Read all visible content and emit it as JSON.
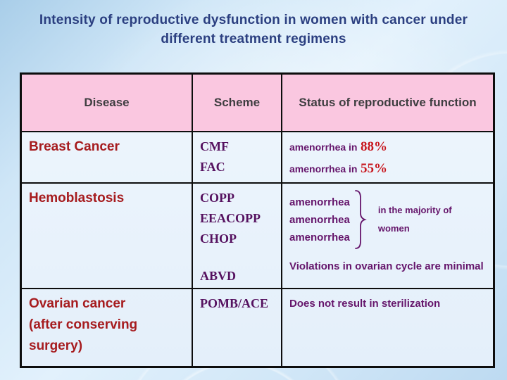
{
  "slide": {
    "title": "Intensity of reproductive dysfunction in women with cancer under different treatment regimens"
  },
  "table": {
    "headers": {
      "disease": "Disease",
      "scheme": "Scheme",
      "status": "Status of reproductive function"
    },
    "rows": {
      "breast": {
        "disease": "Breast Cancer",
        "schemes": [
          "CMF",
          "FAC"
        ],
        "status": [
          {
            "prefix": "amenorrhea in",
            "value": "88%"
          },
          {
            "prefix": "amenorrhea in",
            "value": "55%"
          }
        ]
      },
      "hemoblastosis": {
        "disease": "Hemoblastosis",
        "schemes_group1": [
          "COPP",
          "EEACOPP",
          "CHOP"
        ],
        "amenorrhea_lines": [
          "amenorrhea",
          "amenorrhea",
          "amenorrhea"
        ],
        "brace_note_line1": "in the majority of",
        "brace_note_line2": "women",
        "scheme_group2": "ABVD",
        "abvd_status": "Violations in ovarian cycle are minimal"
      },
      "ovarian": {
        "disease": "Ovarian cancer (after conserving surgery)",
        "scheme": "POMB/ACE",
        "status": "Does not result in sterilization"
      }
    }
  },
  "colors": {
    "title_blue": "#2b3f80",
    "header_pink": "#fac7e0",
    "disease_red": "#a61b1e",
    "purple": "#65156b",
    "percent_red": "#c8161d"
  }
}
